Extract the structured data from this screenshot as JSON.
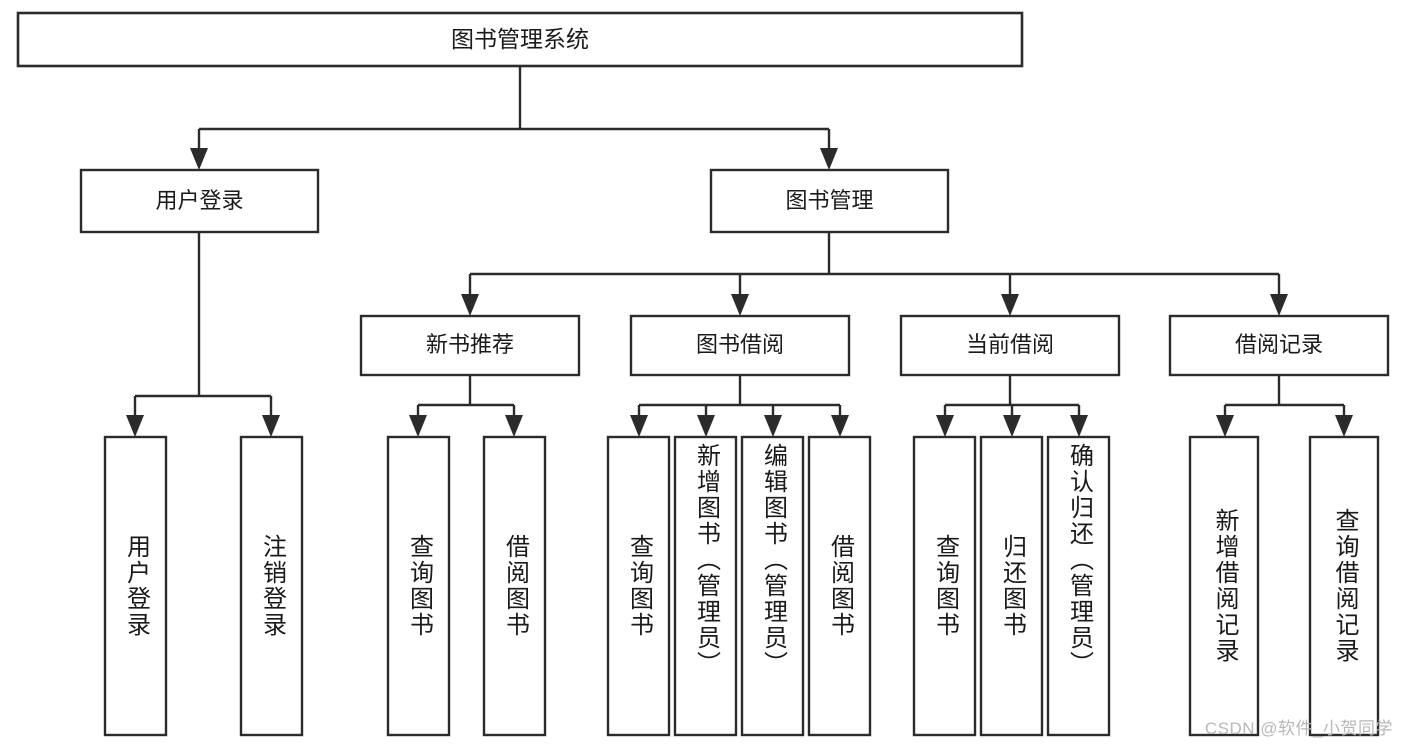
{
  "diagram": {
    "type": "tree",
    "orientation": "top-down",
    "title": "图书管理系统",
    "colors": {
      "box_stroke": "#2b2b2b",
      "box_fill": "#ffffff",
      "connector": "#2b2b2b",
      "text": "#1a1a1a",
      "background": "#ffffff",
      "watermark": "#b8b8b8"
    }
  },
  "root": {
    "label": "图书管理系统"
  },
  "level1": [
    {
      "label": "用户登录"
    },
    {
      "label": "图书管理"
    }
  ],
  "level2": [
    {
      "label": "新书推荐"
    },
    {
      "label": "图书借阅"
    },
    {
      "label": "当前借阅"
    },
    {
      "label": "借阅记录"
    }
  ],
  "leaves": {
    "user_login": [
      {
        "label": "用户登录"
      },
      {
        "label": "注销登录"
      }
    ],
    "new_book_recommend": [
      {
        "label": "查询图书"
      },
      {
        "label": "借阅图书"
      }
    ],
    "book_borrow": [
      {
        "label": "查询图书"
      },
      {
        "label": "新增图书（管理员）"
      },
      {
        "label": "编辑图书（管理员）"
      },
      {
        "label": "借阅图书"
      }
    ],
    "current_borrow": [
      {
        "label": "查询图书"
      },
      {
        "label": "归还图书"
      },
      {
        "label": "确认归还（管理员）"
      }
    ],
    "borrow_record": [
      {
        "label": "新增借阅记录"
      },
      {
        "label": "查询借阅记录"
      }
    ]
  },
  "watermark": {
    "text": "CSDN @软件_小贺同学"
  }
}
